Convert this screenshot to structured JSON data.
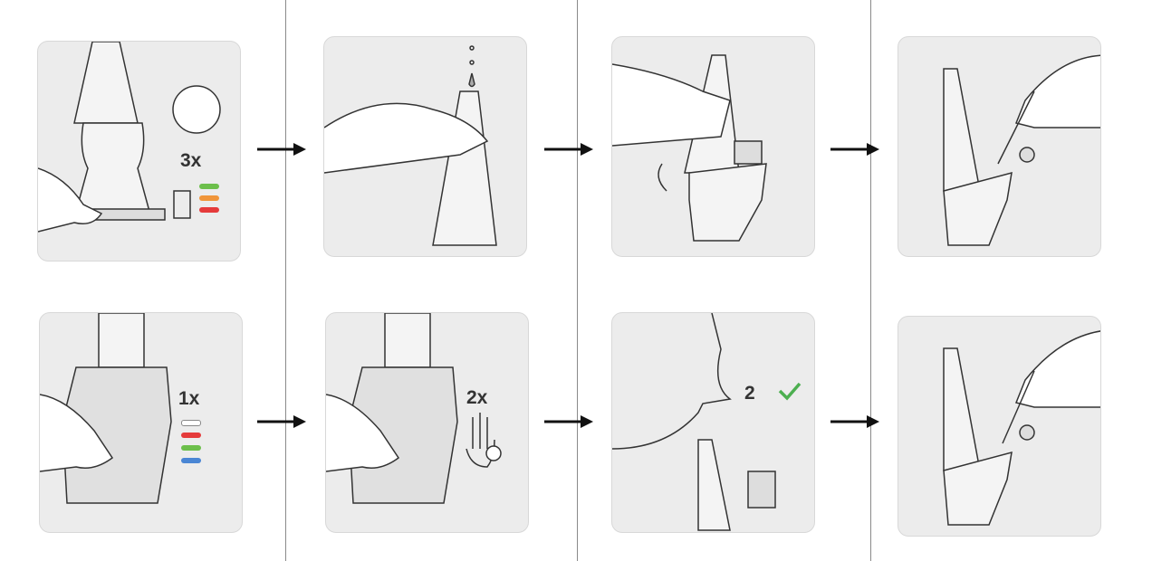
{
  "steps": {
    "charge": {
      "count_label": "3x",
      "battery_colors": [
        "#6cbf4b",
        "#f0953a",
        "#e53b3b"
      ]
    },
    "power_on": {
      "count_label": "1x",
      "led_colors": [
        "#ffffff",
        "#e53b3b",
        "#6cbf4b",
        "#4a86d4"
      ]
    },
    "preheat": {
      "count_label": "2x"
    },
    "inhale": {
      "count_label": "2",
      "check_color": "#4caf50"
    }
  },
  "colors": {
    "panel": "#ececec",
    "line": "#333333",
    "divider": "#8a8a8a"
  }
}
